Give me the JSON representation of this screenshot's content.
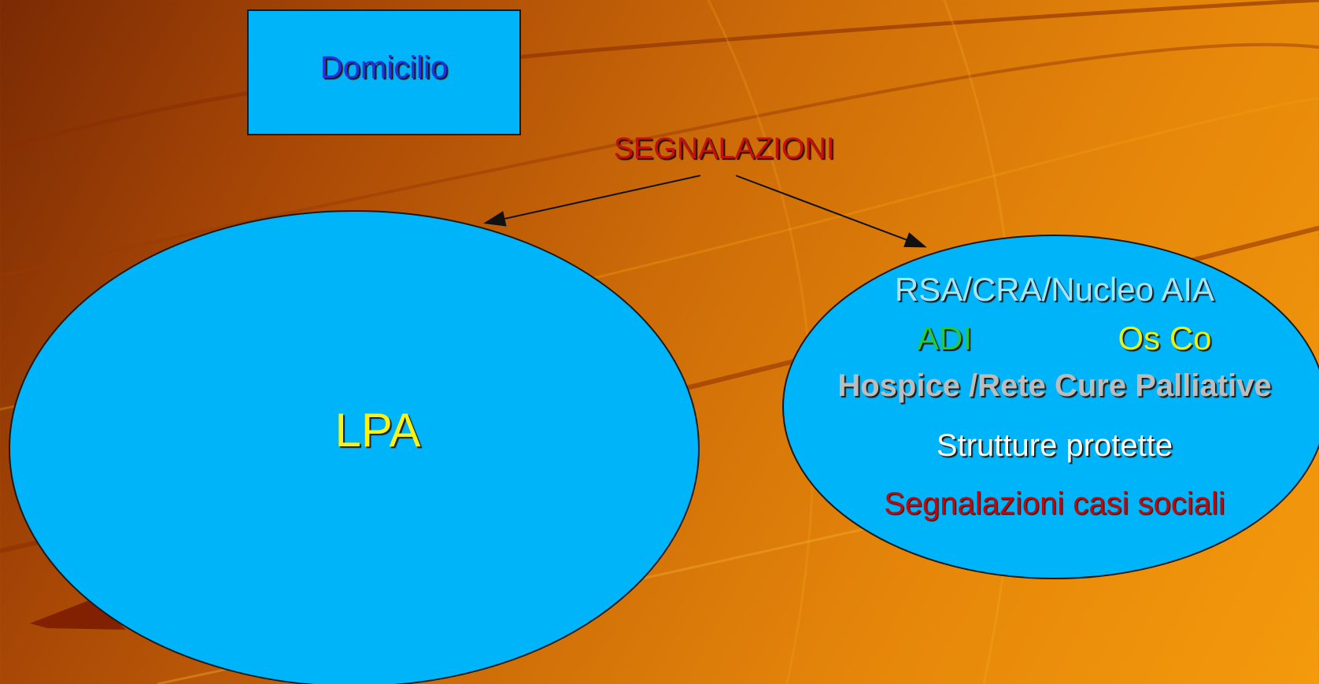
{
  "colors": {
    "shape_fill": "#00b4fa",
    "arrow": "#111111",
    "domicilio_text": "#2b30d6",
    "segnalazioni_text": "#c41010",
    "lpa_text": "#f6f21a"
  },
  "domicilio_box": {
    "label": "Domicilio"
  },
  "segnalazioni": {
    "label": "SEGNALAZIONI"
  },
  "lpa_ellipse": {
    "label": "LPA"
  },
  "services_ellipse": {
    "line1": "RSA/CRA/Nucleo AIA",
    "adi": "ADI",
    "osco": "Os Co",
    "hospice": "Hospice /Rete Cure Palliative",
    "strutture": "Strutture protette",
    "casi_sociali": "Segnalazioni casi sociali"
  }
}
